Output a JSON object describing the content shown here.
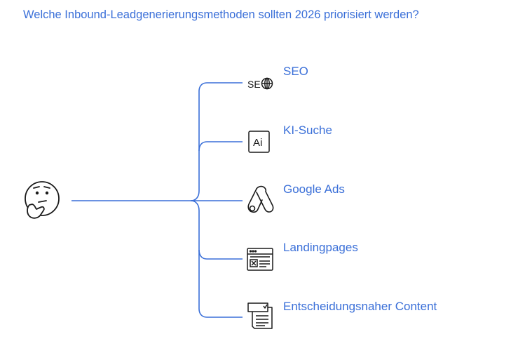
{
  "title": "Welche Inbound-Leadgenerierungsmethoden sollten 2026 priorisiert werden?",
  "root": {
    "icon": "thinking-face-icon"
  },
  "branches": [
    {
      "label": "SEO",
      "icon": "seo-globe-icon",
      "icon_text": "SE"
    },
    {
      "label": "KI-Suche",
      "icon": "ai-box-icon",
      "icon_text": "Ai"
    },
    {
      "label": "Google Ads",
      "icon": "google-ads-icon"
    },
    {
      "label": "Landingpages",
      "icon": "browser-window-icon"
    },
    {
      "label": "Entscheidungsnaher Content",
      "icon": "document-icon"
    }
  ],
  "colors": {
    "accent": "#3a6fd8",
    "icon": "#1a1a1a",
    "background": "#ffffff"
  }
}
